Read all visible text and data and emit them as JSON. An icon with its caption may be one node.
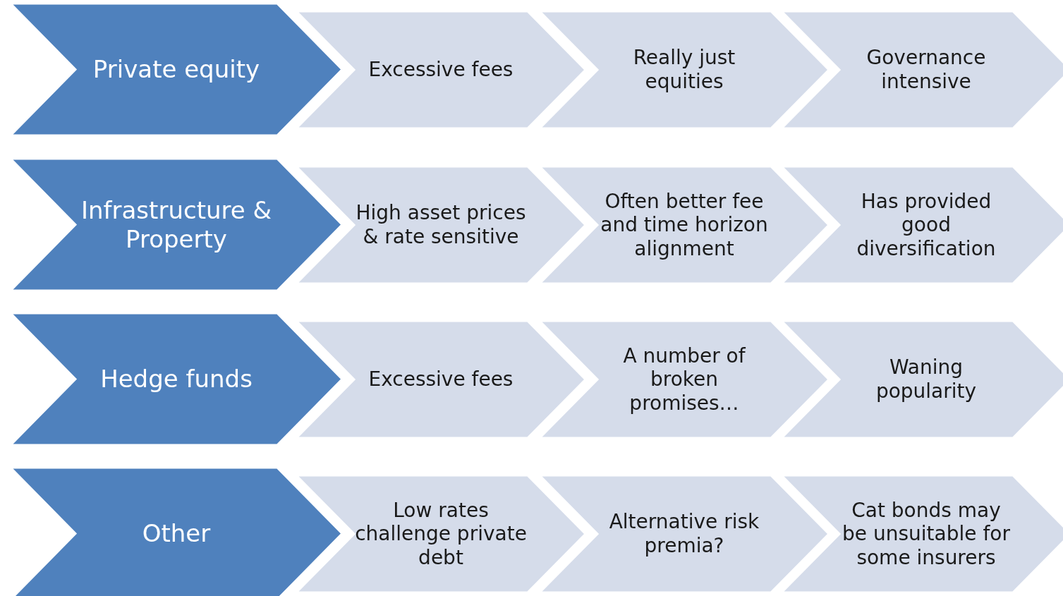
{
  "diagram": {
    "nodes": [
      {
        "text": [
          "Private equity"
        ]
      },
      {
        "text": [
          "Excessive fees"
        ]
      },
      {
        "text": [
          "Really just equities"
        ]
      },
      {
        "text": [
          "Governance intensive"
        ]
      },
      {
        "text": [
          "Infrastructure & Property"
        ]
      },
      {
        "text": [
          "High asset prices & rate sensitive"
        ]
      },
      {
        "text": [
          "Often better fee and time horizon alignment"
        ]
      },
      {
        "text": [
          "Has provided good diversification"
        ]
      },
      {
        "text": [
          "Hedge funds"
        ]
      },
      {
        "text": [
          "Excessive fees"
        ]
      },
      {
        "text": [
          "A number of broken promises…"
        ]
      },
      {
        "text": [
          "Waning popularity"
        ]
      },
      {
        "text": [
          "Other"
        ]
      },
      {
        "text": [
          "Low rates challenge private debt"
        ]
      },
      {
        "text": [
          "Alternative risk premia?"
        ]
      },
      {
        "text": [
          "Cat bonds may be unsuitable for some insurers"
        ]
      }
    ]
  }
}
